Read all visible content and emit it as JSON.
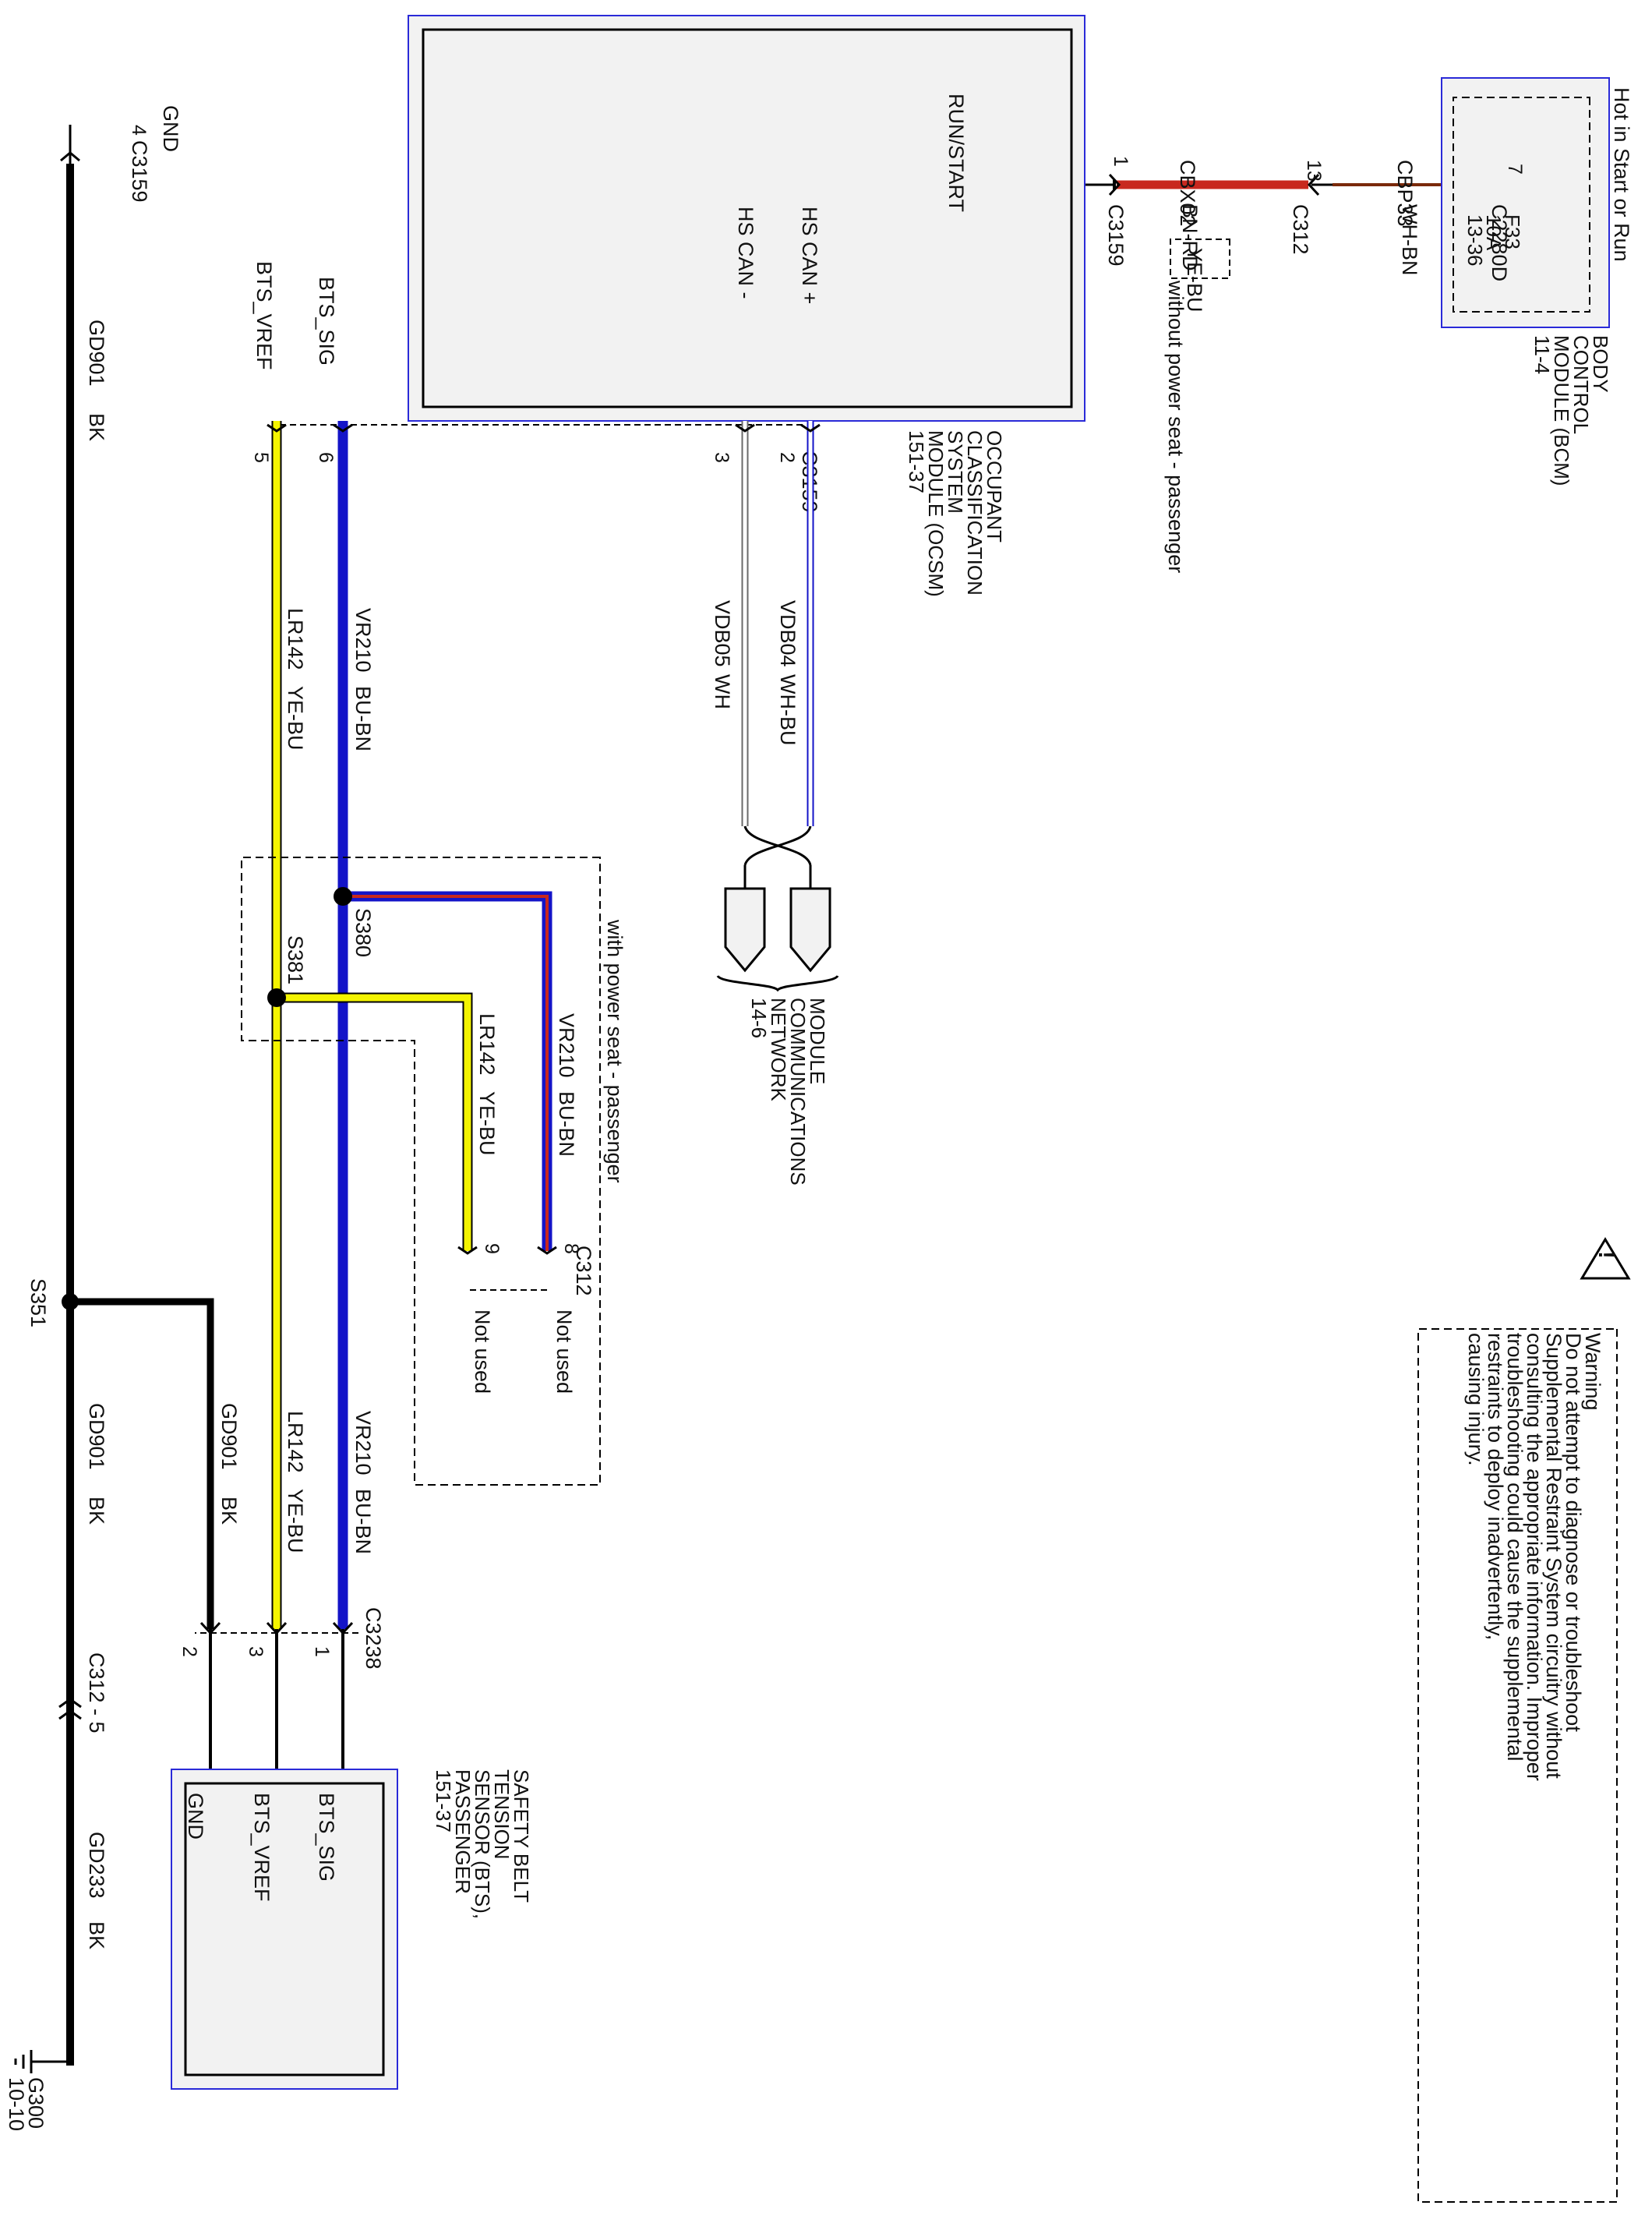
{
  "colors": {
    "black": "#000000",
    "red": "#c8281e",
    "brown": "#7a2a0a",
    "blue": "#1414c8",
    "yellow": "#f4f400",
    "module_fill": "#f2f2f2",
    "module_border": "#2a2ad8"
  },
  "bcm": {
    "hot_label": "Hot in Start or Run",
    "fuse": "F33",
    "fuse_rating": "10A",
    "fuse_ref": "13-36",
    "name_lines": [
      "BODY",
      "CONTROL",
      "MODULE (BCM)",
      "11-4"
    ]
  },
  "power_circuit": {
    "conn_c2280d": "C2280D",
    "pin_c2280d": "7",
    "cbp33": "CBP33",
    "cbp33_color": "WH-BN",
    "conn_c312": "C312",
    "pin_c312": "13",
    "cbx02": "CBX02",
    "cbx02_color": "BN-RD",
    "alt_color": "YE-BU",
    "alt_note": "without power seat - passenger",
    "conn_c3159": "C3159",
    "pin_c3159": "1"
  },
  "ocsm": {
    "run_start": "RUN/START",
    "gnd": "GND",
    "hs_can_plus": "HS CAN +",
    "hs_can_minus": "HS CAN -",
    "bts_sig": "BTS_SIG",
    "bts_vref": "BTS_VREF",
    "name_lines": [
      "OCCUPANT",
      "CLASSIFICATION",
      "SYSTEM",
      "MODULE (OCSM)",
      "151-37"
    ],
    "conn": "C3159",
    "pin_gnd": "4",
    "pin_can_plus": "2",
    "pin_can_minus": "3",
    "pin_bts_sig": "6",
    "pin_bts_vref": "5"
  },
  "network": {
    "vdb04": "VDB04",
    "vdb04_color": "WH-BU",
    "vdb05": "VDB05",
    "vdb05_color": "WH",
    "name_lines": [
      "MODULE",
      "COMMUNICATIONS",
      "NETWORK",
      "14-6"
    ]
  },
  "ground": {
    "gd901": "GD901",
    "gd901_color": "BK",
    "s351": "S351",
    "c312_5": "C312 - 5",
    "gd233": "GD233",
    "gd233_color": "BK",
    "g300": "G300",
    "g300_ref": "10-10"
  },
  "sensor_circuit": {
    "vr210": "VR210",
    "vr210_color": "BU-BN",
    "lr142": "LR142",
    "lr142_color": "YE-BU",
    "s380": "S380",
    "s381": "S381",
    "with_note": "with power seat - passenger",
    "c312": "C312",
    "pin8": "8",
    "pin9": "9",
    "not_used": "Not used",
    "c3238": "C3238",
    "pin1": "1",
    "pin2": "2",
    "pin3": "3"
  },
  "bts": {
    "bts_sig": "BTS_SIG",
    "bts_vref": "BTS_VREF",
    "gnd": "GND",
    "name_lines": [
      "SAFETY BELT",
      "TENSION",
      "SENSOR (BTS),",
      "PASSENGER",
      "151-37"
    ]
  },
  "warning": {
    "title": "Warning",
    "lines": [
      "Do not attempt to diagnose or troubleshoot",
      "Supplemental Restraint System circuitry without",
      "consulting the appropriate information. Improper",
      "troubleshooting could cause the supplemental",
      "restraints to deploy inadvertently,",
      "causing injury."
    ]
  }
}
